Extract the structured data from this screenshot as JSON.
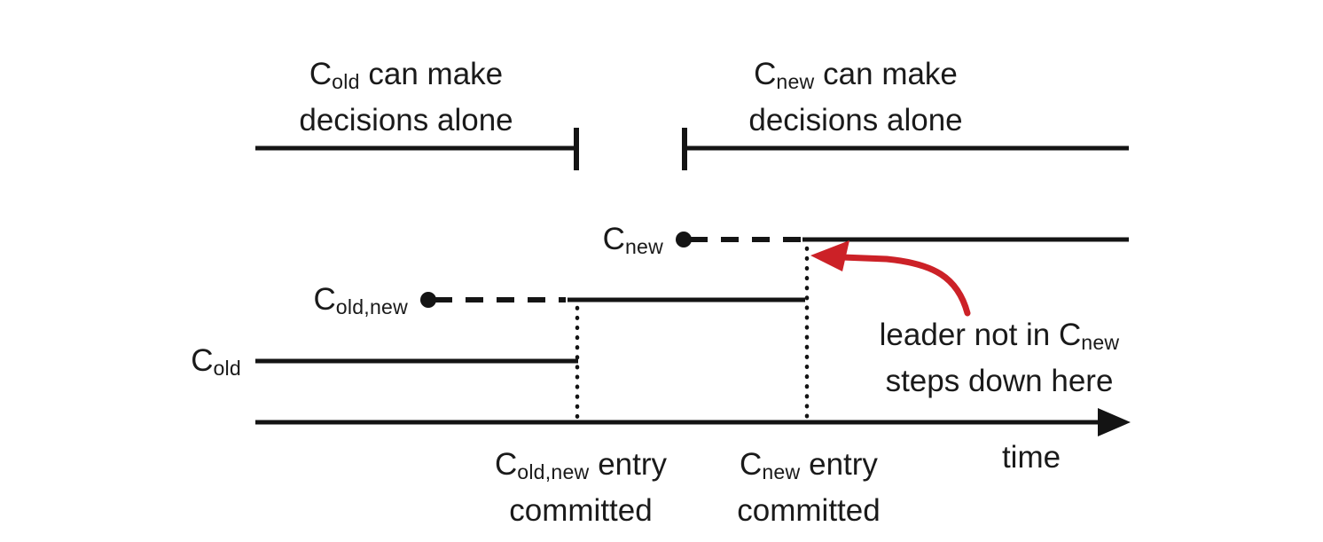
{
  "colors": {
    "line": "#141414",
    "text": "#1a1a1a",
    "red": "#cc2127",
    "background": "#ffffff"
  },
  "top": {
    "left": {
      "c": "C",
      "sub": "old",
      "rest": " can make",
      "line2": "decisions alone"
    },
    "right": {
      "c": "C",
      "sub": "new",
      "rest": " can make",
      "line2": "decisions alone"
    }
  },
  "timelines": {
    "c_new": {
      "c": "C",
      "sub": "new"
    },
    "c_old_new": {
      "c": "C",
      "sub": "old,new"
    },
    "c_old": {
      "c": "C",
      "sub": "old"
    }
  },
  "events": {
    "first": {
      "c": "C",
      "sub": "old,new",
      "rest": " entry",
      "line2": "committed"
    },
    "second": {
      "c": "C",
      "sub": "new",
      "rest": " entry",
      "line2": "committed"
    }
  },
  "annotation": {
    "line1_pre": "leader not in C",
    "line1_sub": "new",
    "line2": "steps down here"
  },
  "axis": {
    "label": "time"
  }
}
